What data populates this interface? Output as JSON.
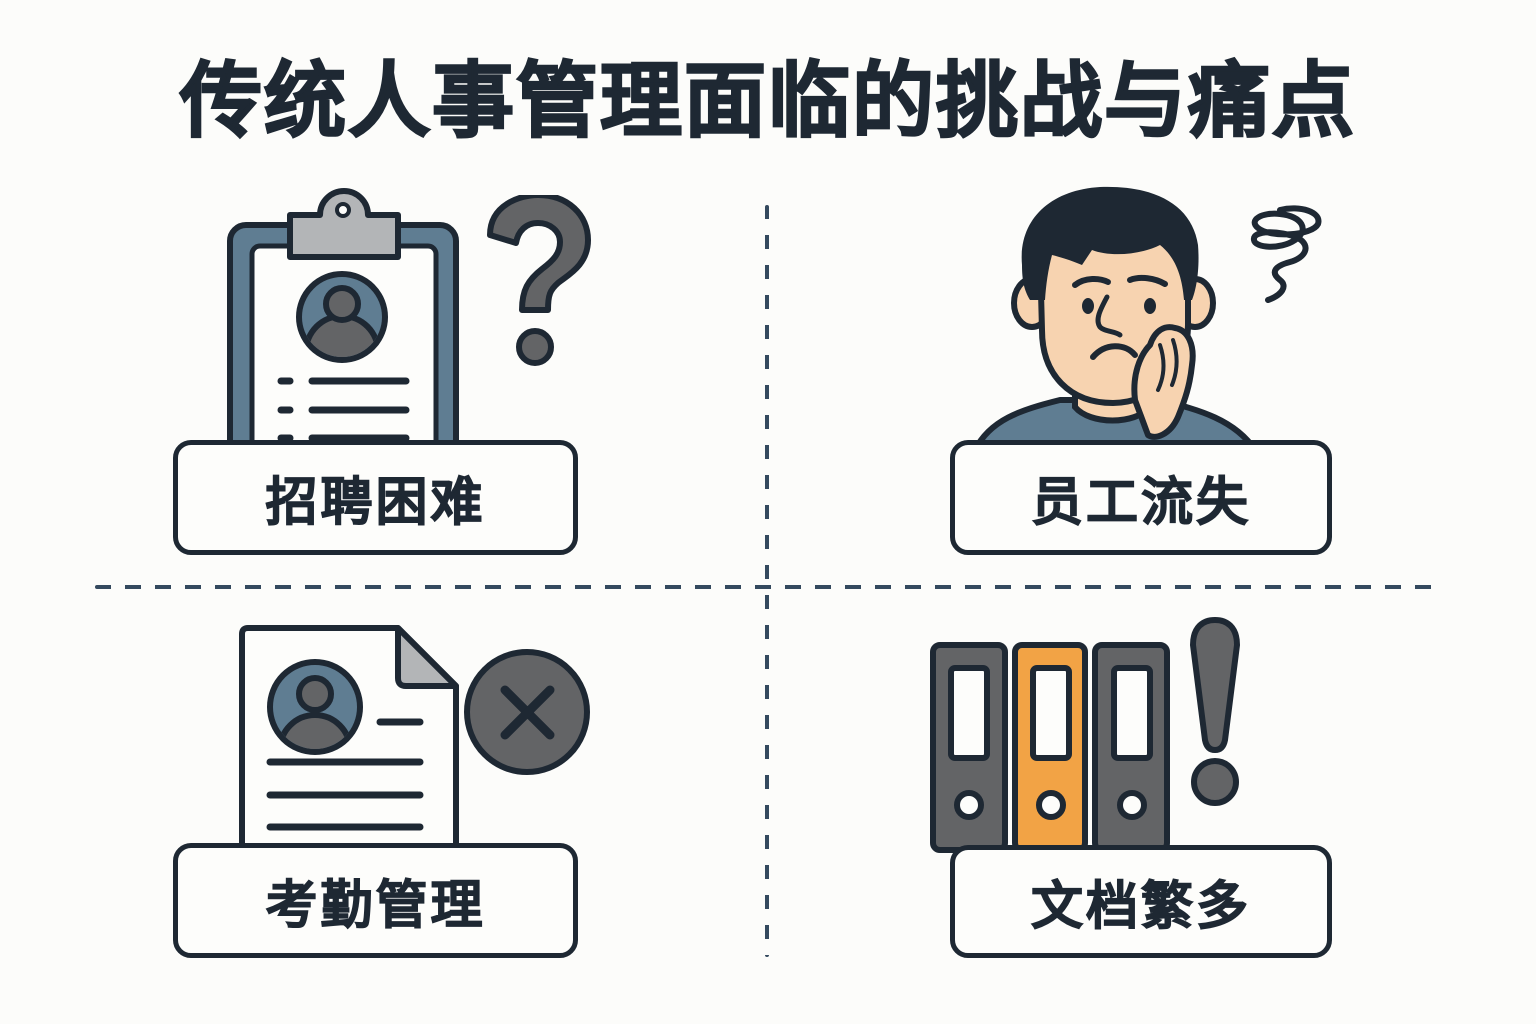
{
  "title": "传统人事管理面临的挑战与痛点",
  "colors": {
    "background": "#fcfcfa",
    "outline": "#1e2833",
    "slate_blue": "#5f7d92",
    "gray": "#636466",
    "light_gray": "#b3b5b7",
    "skin": "#f7d3b0",
    "orange": "#f2a345",
    "shirt": "#5f7d92"
  },
  "quadrants": [
    {
      "label": "招聘困难",
      "icon": "clipboard-resume-question-icon"
    },
    {
      "label": "员工流失",
      "icon": "worried-employee-icon"
    },
    {
      "label": "考勤管理",
      "icon": "document-profile-x-icon"
    },
    {
      "label": "文档繁多",
      "icon": "binders-exclamation-icon"
    }
  ]
}
